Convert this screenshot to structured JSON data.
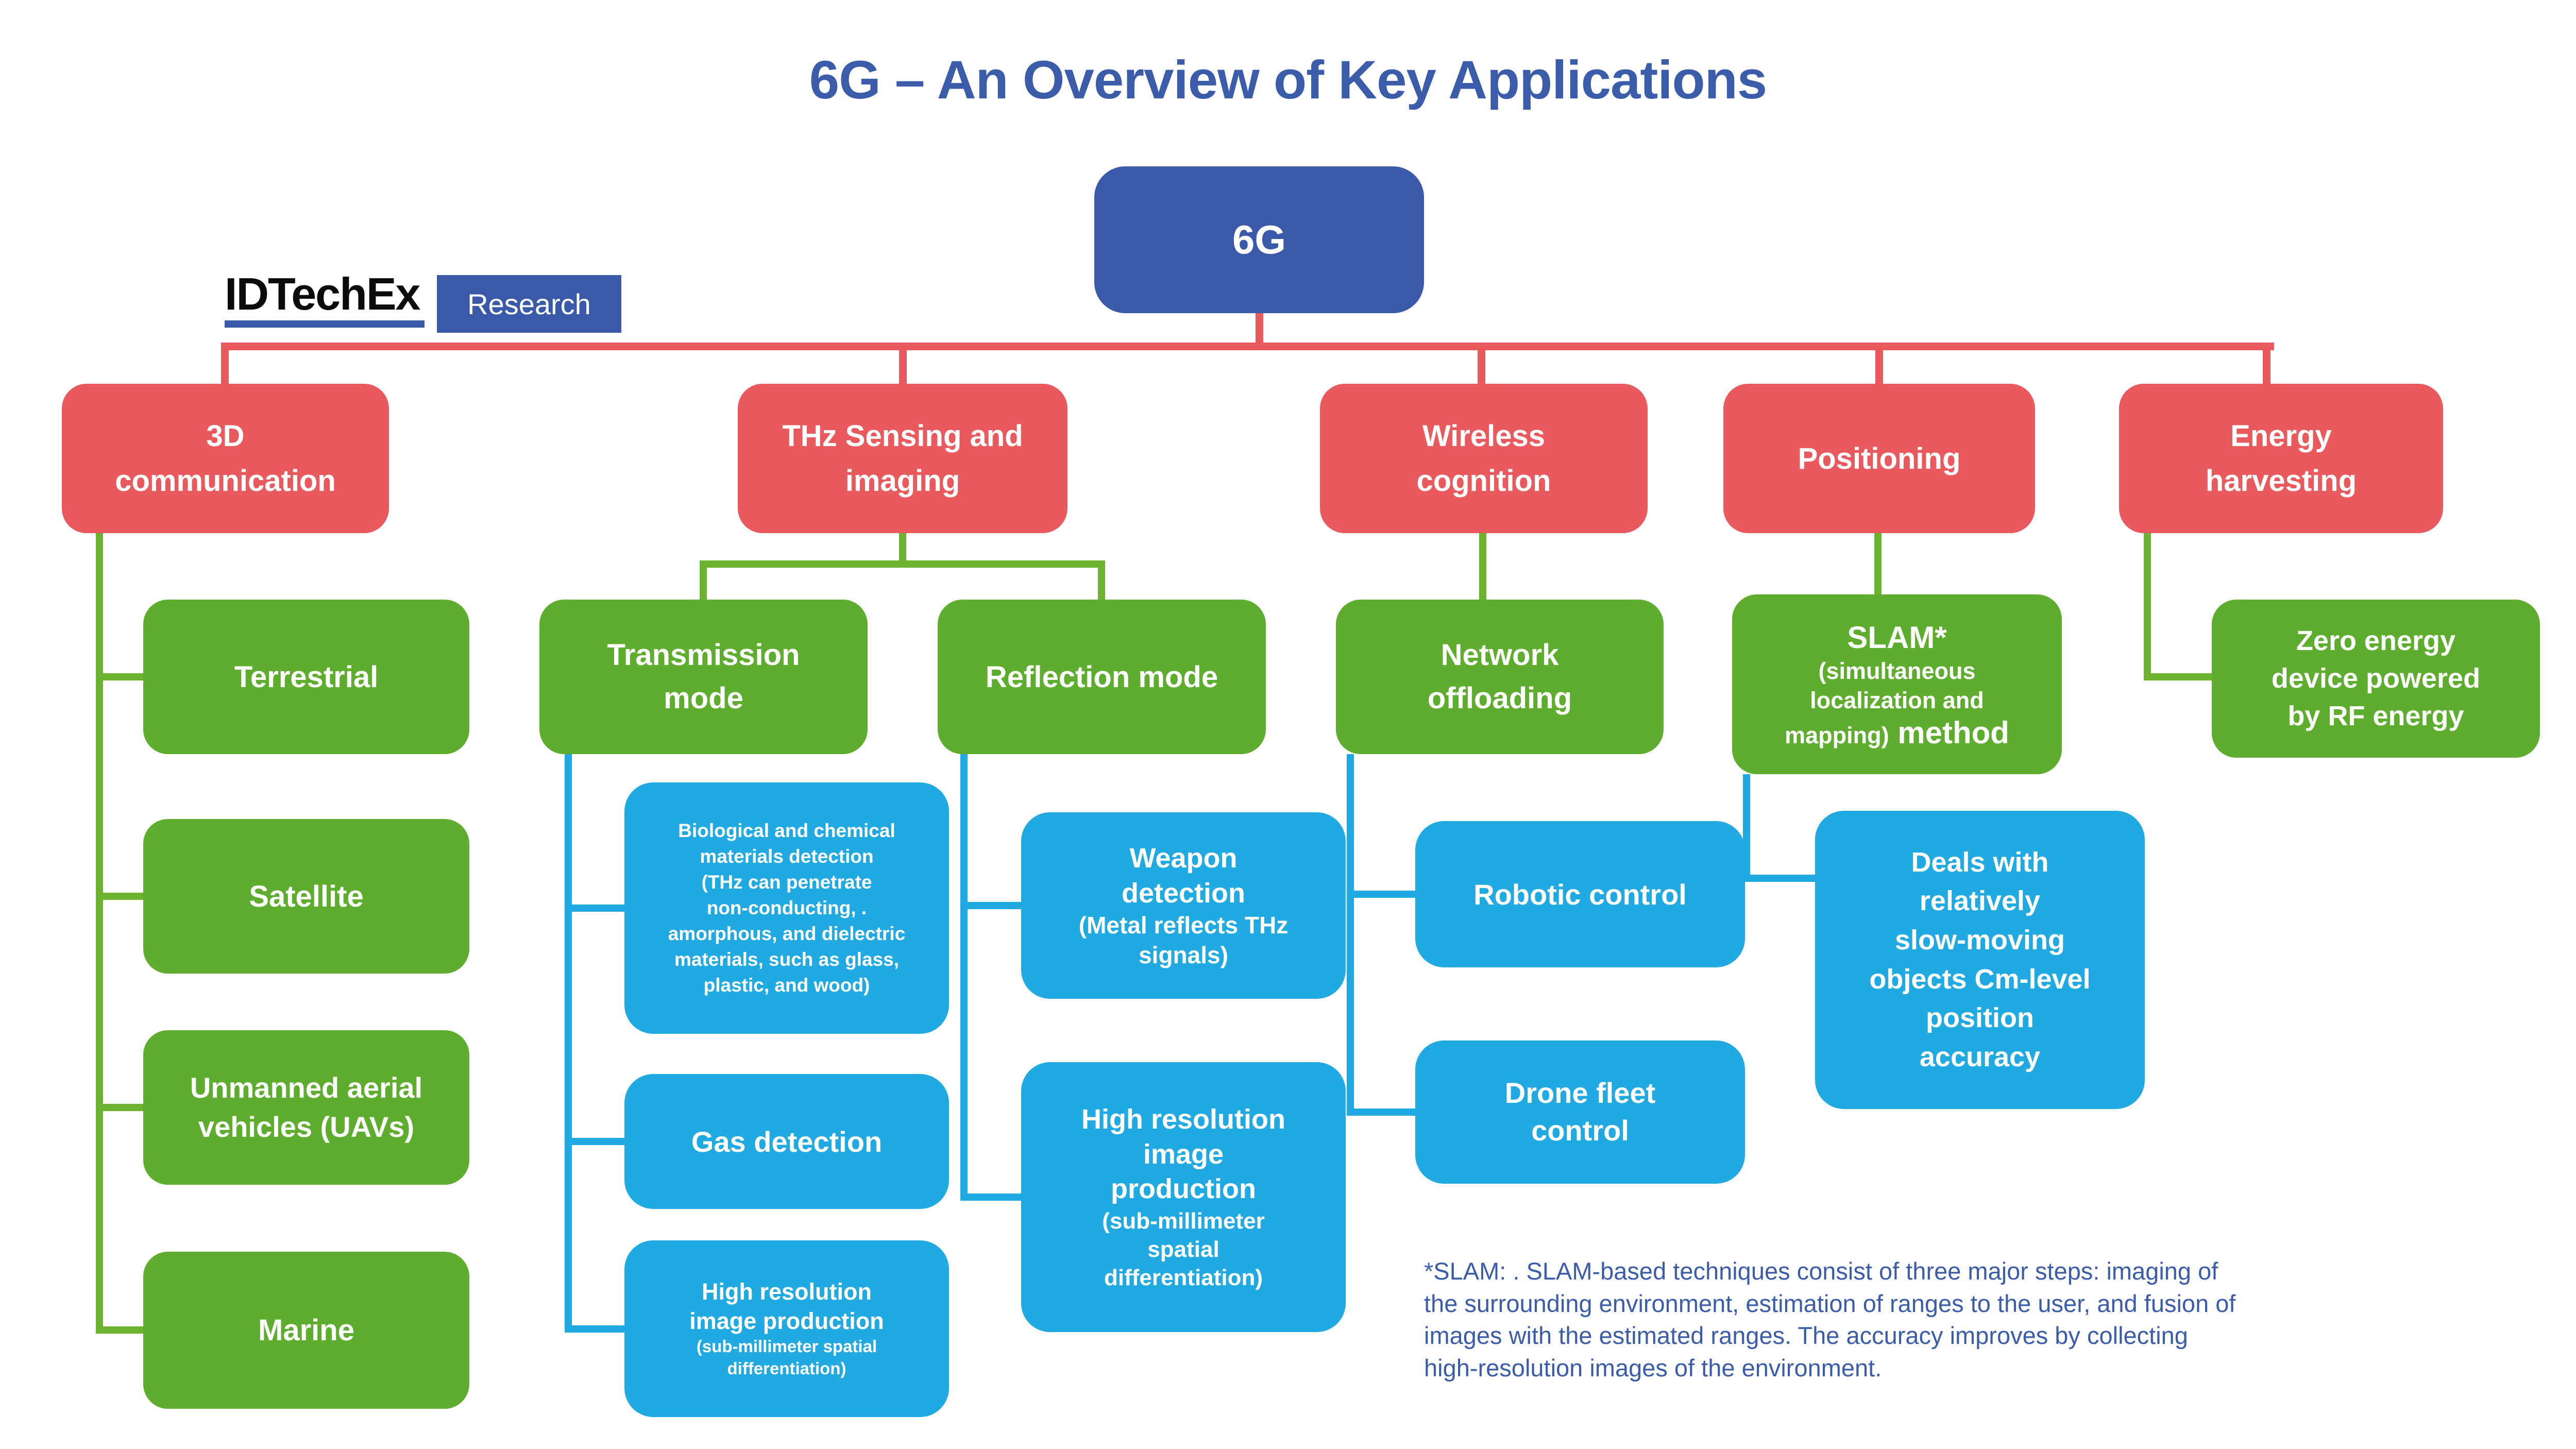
{
  "title": "6G – An Overview of Key Applications",
  "logo": {
    "brand": "IDTechEx",
    "badge": "Research"
  },
  "colors": {
    "accent_blue": "#3a5aa9",
    "title_blue": "#3b5ca9",
    "branch_red": "#e95a5e",
    "node_green": "#5fad2e",
    "connector_green": "#6cb42f",
    "node_cyan": "#21a9e1",
    "background": "#ffffff"
  },
  "root": {
    "label": "6G"
  },
  "level1": {
    "comm3d": "3D\ncommunication",
    "thz": "THz Sensing and\nimaging",
    "wireless": "Wireless\ncognition",
    "positioning": "Positioning",
    "energy": "Energy\nharvesting"
  },
  "level2": {
    "terrestrial": "Terrestrial",
    "satellite": "Satellite",
    "uav": "Unmanned aerial\nvehicles (UAVs)",
    "marine": "Marine",
    "transmission": "Transmission\nmode",
    "reflection": "Reflection mode",
    "network": "Network\noffloading",
    "slam": {
      "line1": "SLAM*",
      "line2": "(simultaneous",
      "line3": "localization and",
      "line4_small": "mapping)",
      "line4_large": " method"
    },
    "zero_energy": "Zero energy\ndevice powered\nby RF energy"
  },
  "level3": {
    "bio_chem": "Biological and chemical\nmaterials detection\n(THz can penetrate\nnon-conducting, .\namorphous, and dielectric\nmaterials, such as glass,\nplastic, and wood)",
    "gas": "Gas detection",
    "highres_transmission": {
      "main": "High resolution\nimage production",
      "sub": "(sub-millimeter spatial\ndifferentiation)"
    },
    "weapon": {
      "main": "Weapon\ndetection",
      "sub": "(Metal reflects THz\nsignals)"
    },
    "highres_reflection": {
      "main": "High resolution\nimage\nproduction",
      "sub": "(sub-millimeter\nspatial\ndifferentiation)"
    },
    "robotic": "Robotic control",
    "drone": "Drone fleet\ncontrol",
    "slam_detail": "Deals with\nrelatively\nslow-moving\nobjects Cm-level\nposition\naccuracy"
  },
  "footnote": "*SLAM: . SLAM-based techniques consist of three major steps: imaging of\nthe surrounding environment, estimation of ranges to the user, and fusion of\nimages with the estimated ranges. The accuracy improves by collecting\nhigh-resolution images of the environment."
}
